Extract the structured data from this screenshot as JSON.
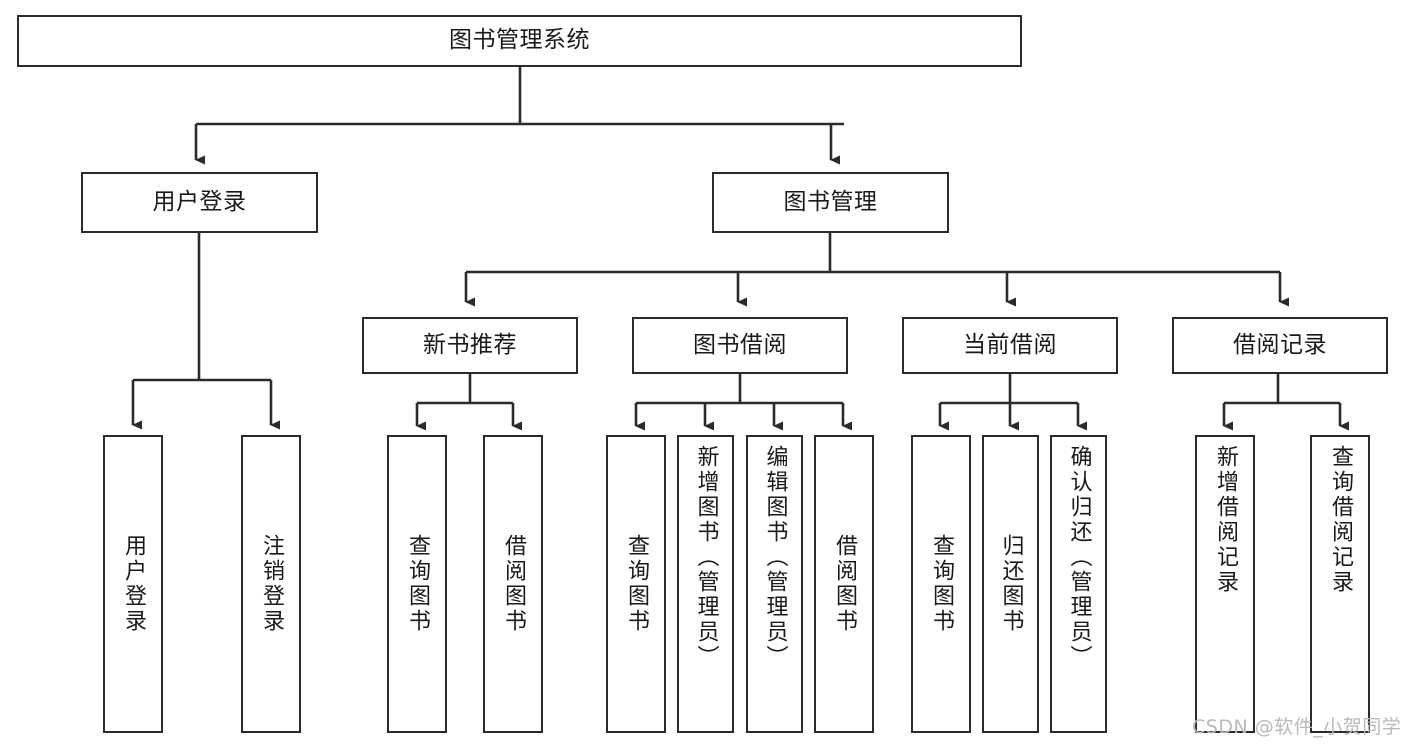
{
  "diagram": {
    "title": "图书管理系统",
    "type": "tree-hierarchy-chart",
    "watermark": "CSDN @软件_小贺同学",
    "colors": {
      "border": "#2b2b2b",
      "background": "#ffffff",
      "text": "#1a1a1a",
      "connector": "#2b2b2b",
      "watermark": "#b9b9b9"
    },
    "nodes": {
      "root": {
        "label": "图书管理系统"
      },
      "level2": [
        {
          "label": "用户登录"
        },
        {
          "label": "图书管理"
        }
      ],
      "level3": [
        {
          "label": "新书推荐"
        },
        {
          "label": "图书借阅"
        },
        {
          "label": "当前借阅"
        },
        {
          "label": "借阅记录"
        }
      ],
      "leaves": {
        "user_login": [
          {
            "label": "用户登录"
          },
          {
            "label": "注销登录"
          }
        ],
        "new_book_recommend": [
          {
            "label": "查询图书"
          },
          {
            "label": "借阅图书"
          }
        ],
        "book_borrow": [
          {
            "label": "查询图书"
          },
          {
            "label": "新增图书（管理员）"
          },
          {
            "label": "编辑图书（管理员）"
          },
          {
            "label": "借阅图书"
          }
        ],
        "current_borrow": [
          {
            "label": "查询图书"
          },
          {
            "label": "归还图书"
          },
          {
            "label": "确认归还（管理员）"
          }
        ],
        "borrow_records": [
          {
            "label": "新增借阅记录"
          },
          {
            "label": "查询借阅记录"
          }
        ]
      }
    }
  }
}
